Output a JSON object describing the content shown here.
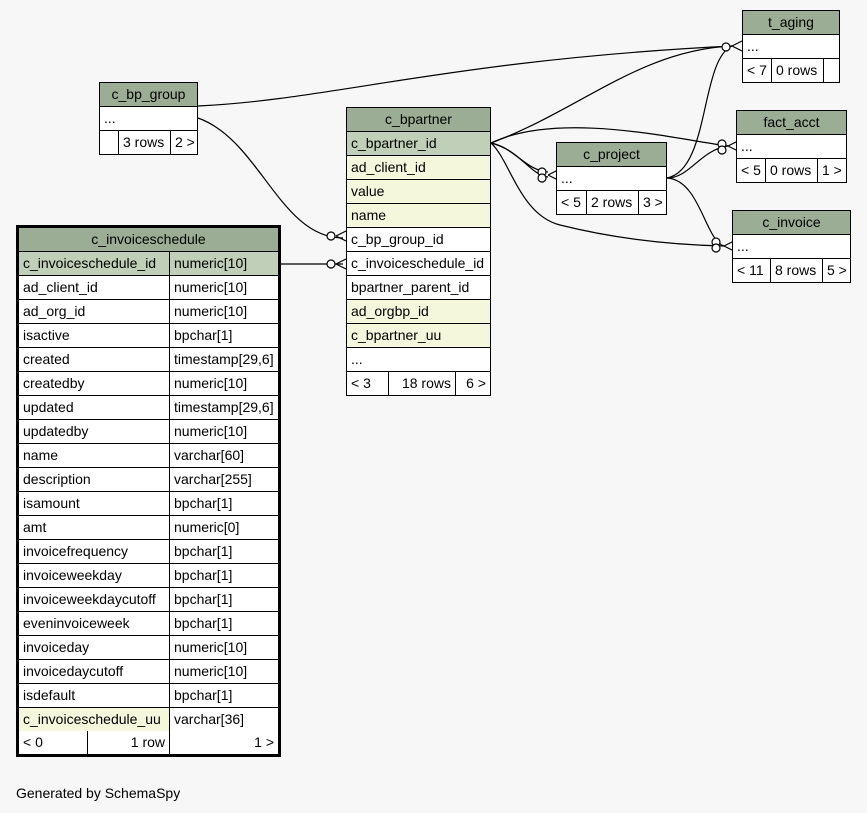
{
  "tables": {
    "t_aging": {
      "name": "t_aging",
      "columns": [
        "..."
      ],
      "stats": [
        "< 7",
        "0 rows",
        ""
      ]
    },
    "fact_acct": {
      "name": "fact_acct",
      "columns": [
        "..."
      ],
      "stats": [
        "< 5",
        "0 rows",
        "1 >"
      ]
    },
    "c_invoice": {
      "name": "c_invoice",
      "columns": [
        "..."
      ],
      "stats": [
        "< 11",
        "8 rows",
        "5 >"
      ]
    },
    "c_bp_group": {
      "name": "c_bp_group",
      "columns": [
        "..."
      ],
      "stats": [
        "",
        "3 rows",
        "2 >"
      ]
    },
    "c_project": {
      "name": "c_project",
      "columns": [
        "..."
      ],
      "stats": [
        "< 5",
        "2 rows",
        "3 >"
      ]
    },
    "c_bpartner": {
      "name": "c_bpartner",
      "columns": [
        "c_bpartner_id",
        "ad_client_id",
        "value",
        "name",
        "c_bp_group_id",
        "c_invoiceschedule_id",
        "bpartner_parent_id",
        "ad_orgbp_id",
        "c_bpartner_uu",
        "..."
      ],
      "stats": [
        "< 3",
        "18 rows",
        "6 >"
      ]
    },
    "c_invoiceschedule": {
      "name": "c_invoiceschedule",
      "columns": [
        [
          "c_invoiceschedule_id",
          "numeric[10]"
        ],
        [
          "ad_client_id",
          "numeric[10]"
        ],
        [
          "ad_org_id",
          "numeric[10]"
        ],
        [
          "isactive",
          "bpchar[1]"
        ],
        [
          "created",
          "timestamp[29,6]"
        ],
        [
          "createdby",
          "numeric[10]"
        ],
        [
          "updated",
          "timestamp[29,6]"
        ],
        [
          "updatedby",
          "numeric[10]"
        ],
        [
          "name",
          "varchar[60]"
        ],
        [
          "description",
          "varchar[255]"
        ],
        [
          "isamount",
          "bpchar[1]"
        ],
        [
          "amt",
          "numeric[0]"
        ],
        [
          "invoicefrequency",
          "bpchar[1]"
        ],
        [
          "invoiceweekday",
          "bpchar[1]"
        ],
        [
          "invoiceweekdaycutoff",
          "bpchar[1]"
        ],
        [
          "eveninvoiceweek",
          "bpchar[1]"
        ],
        [
          "invoiceday",
          "numeric[10]"
        ],
        [
          "invoicedaycutoff",
          "numeric[10]"
        ],
        [
          "isdefault",
          "bpchar[1]"
        ],
        [
          "c_invoiceschedule_uu",
          "varchar[36]"
        ]
      ],
      "stats": [
        "< 0",
        "1 row",
        "1 >"
      ]
    }
  },
  "colors": {
    "header": "#9cad95",
    "primary_key": "#c0cfb7",
    "indexed": "#f5f7dd",
    "background": "#f7f7f7"
  },
  "footer": "Generated by SchemaSpy"
}
